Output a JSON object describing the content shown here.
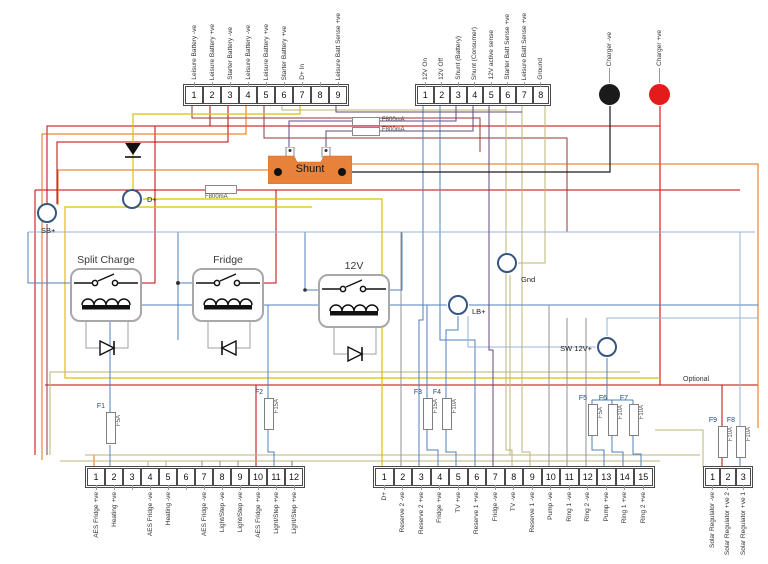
{
  "top_left_block": {
    "terminals": [
      {
        "n": "1",
        "label": "Leisure Battery -ve"
      },
      {
        "n": "2",
        "label": "Leisure Battery +ve"
      },
      {
        "n": "3",
        "label": "Starter Battery -ve"
      },
      {
        "n": "4",
        "label": "Leisure Battery -ve"
      },
      {
        "n": "5",
        "label": "Leisure Battery +ve"
      },
      {
        "n": "6",
        "label": "Starter Battery +ve"
      },
      {
        "n": "7",
        "label": "D+ In"
      },
      {
        "n": "8",
        "label": ""
      },
      {
        "n": "9",
        "label": "Leisure Batt Sense +ve"
      }
    ]
  },
  "top_middle_block": {
    "terminals": [
      {
        "n": "1",
        "label": "12V On"
      },
      {
        "n": "2",
        "label": "12V Off"
      },
      {
        "n": "3",
        "label": "Shunt (Battery)"
      },
      {
        "n": "4",
        "label": "Shunt (Consumer)"
      },
      {
        "n": "5",
        "label": "12V active sense"
      },
      {
        "n": "6",
        "label": "Starter Batt Sense +ve"
      },
      {
        "n": "7",
        "label": "Leisure Batt Sense +ve"
      },
      {
        "n": "8",
        "label": "Ground"
      }
    ]
  },
  "chargers": [
    {
      "label": "Charger -ve",
      "color": "#1a1a1a"
    },
    {
      "label": "Charger +ve",
      "color": "#E31B1B"
    }
  ],
  "shunt": {
    "label": "Shunt",
    "color": "#E8823B"
  },
  "inline_fuses": {
    "top1": "F800mA",
    "top2": "F800mA",
    "left": "F800mA"
  },
  "relays": [
    {
      "name": "Split Charge"
    },
    {
      "name": "Fridge"
    },
    {
      "name": "12V"
    }
  ],
  "nodes": [
    {
      "label": "SB+"
    },
    {
      "label": "D+"
    },
    {
      "label": "Gnd"
    },
    {
      "label": "LB+"
    },
    {
      "label": "SW 12V+"
    }
  ],
  "fuses": [
    {
      "name": "F1",
      "rating": "F5A"
    },
    {
      "name": "F2",
      "rating": "F15A"
    },
    {
      "name": "F3",
      "rating": "F15A"
    },
    {
      "name": "F4",
      "rating": "F10A"
    },
    {
      "name": "F5",
      "rating": "F5A"
    },
    {
      "name": "F6",
      "rating": "F10A"
    },
    {
      "name": "F7",
      "rating": "F10A"
    },
    {
      "name": "F8",
      "rating": "F10A"
    },
    {
      "name": "F9",
      "rating": "F10A"
    }
  ],
  "optional_label": "Optional",
  "bottom_left_block": {
    "terminals": [
      {
        "n": "1",
        "label": "AES Fridge +ve"
      },
      {
        "n": "2",
        "label": "Heating +ve"
      },
      {
        "n": "3",
        "label": ""
      },
      {
        "n": "4",
        "label": "AES Fridge -ve"
      },
      {
        "n": "5",
        "label": "Heating -ve"
      },
      {
        "n": "6",
        "label": ""
      },
      {
        "n": "7",
        "label": "AES Fridge -ve"
      },
      {
        "n": "8",
        "label": "Light/Step -ve"
      },
      {
        "n": "9",
        "label": "Light/Step -ve"
      },
      {
        "n": "10",
        "label": "AES Fridge +ve"
      },
      {
        "n": "11",
        "label": "Light/Step +ve"
      },
      {
        "n": "12",
        "label": "Light/Step +ve"
      }
    ]
  },
  "bottom_middle_block": {
    "terminals": [
      {
        "n": "1",
        "label": "D+"
      },
      {
        "n": "2",
        "label": "Reserve 2 -ve"
      },
      {
        "n": "3",
        "label": "Reserve 2 +ve"
      },
      {
        "n": "4",
        "label": "Fridge +ve"
      },
      {
        "n": "5",
        "label": "TV +ve"
      },
      {
        "n": "6",
        "label": "Reserve 1 +ve"
      },
      {
        "n": "7",
        "label": "Fridge -ve"
      },
      {
        "n": "8",
        "label": "TV -ve"
      },
      {
        "n": "9",
        "label": "Reserve 1 -ve"
      },
      {
        "n": "10",
        "label": "Pump -ve"
      },
      {
        "n": "11",
        "label": "Ring 1 -ve"
      },
      {
        "n": "12",
        "label": "Ring 2 -ve"
      },
      {
        "n": "13",
        "label": "Pump +ve"
      },
      {
        "n": "14",
        "label": "Ring 1 +ve"
      },
      {
        "n": "15",
        "label": "Ring 2 +ve"
      }
    ]
  },
  "bottom_right_block": {
    "terminals": [
      {
        "n": "1",
        "label": "Solar Regulator -ve"
      },
      {
        "n": "2",
        "label": "Solar Regulator +ve 2"
      },
      {
        "n": "3",
        "label": "Solar Regulator +ve 1"
      }
    ]
  },
  "wire_colors": {
    "red": "#C00000",
    "bright_red": "#E31B1B",
    "maroon": "#943634",
    "orange": "#E36C0A",
    "yellow": "#DCC000",
    "tan": "#BFB37A",
    "blue": "#4F81BD",
    "light_blue": "#95B3D7",
    "purple": "#604A7B",
    "gray": "#909090",
    "black": "#1a1a1a"
  }
}
